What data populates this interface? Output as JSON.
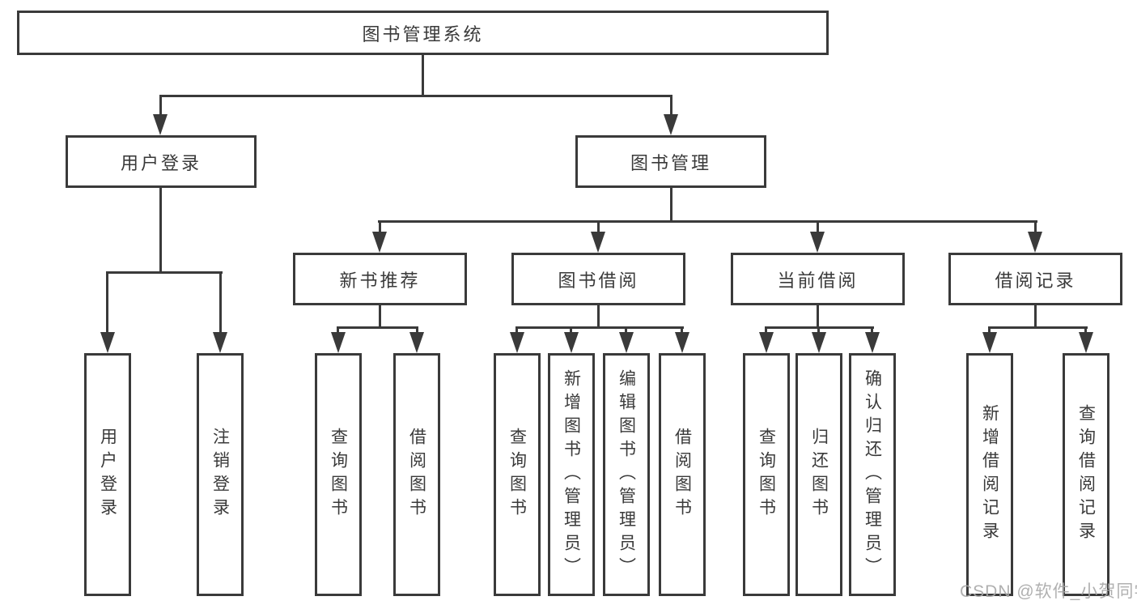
{
  "diagram": {
    "root": "图书管理系统",
    "level2": [
      "用户登录",
      "图书管理"
    ],
    "level3": [
      "新书推荐",
      "图书借阅",
      "当前借阅",
      "借阅记录"
    ],
    "leaves": {
      "user": [
        "用户登录",
        "注销登录"
      ],
      "newbook": [
        "查询图书",
        "借阅图书"
      ],
      "borrow": [
        "查询图书",
        "新增图书（管理员）",
        "编辑图书（管理员）",
        "借阅图书"
      ],
      "current": [
        "查询图书",
        "归还图书",
        "确认归还（管理员）"
      ],
      "record": [
        "新增借阅记录",
        "查询借阅记录"
      ]
    }
  },
  "watermark": {
    "text": "CSDN @软件_小贺同学"
  },
  "colors": {
    "line": "#3a3a3a",
    "text": "#3a3a3a",
    "watermark": "#a8a8a8",
    "background": "#ffffff"
  }
}
